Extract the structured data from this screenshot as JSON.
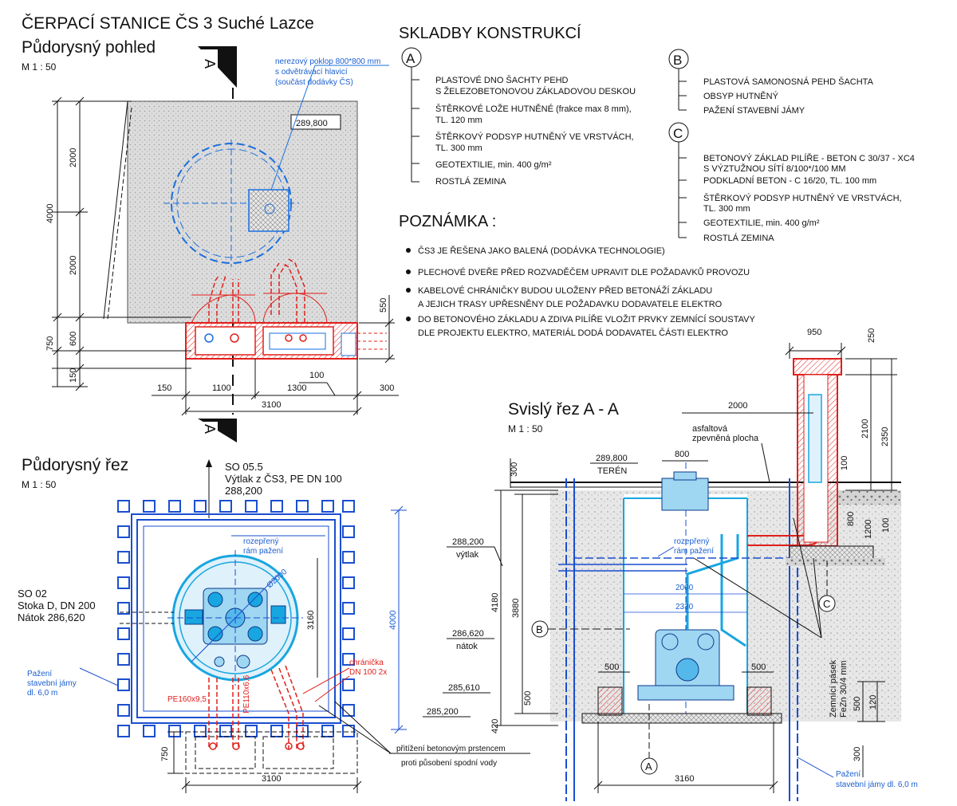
{
  "titles": {
    "main": "ČERPACÍ STANICE ČS 3 Suché Lazce",
    "plan_view": "Půdorysný pohled",
    "plan_section": "Půdorysný řez",
    "vertical_section": "Svislý řez A - A",
    "scale": "M 1 : 50",
    "skladby": "SKLADBY KONSTRUKCÍ",
    "poznamka": "POZNÁMKA :"
  },
  "section_marker": "A",
  "skladby": {
    "A": {
      "letter": "A",
      "items": [
        [
          "PLASTOVÉ DNO ŠACHTY PEHD",
          "S ŽELEZOBETONOVOU ZÁKLADOVOU DESKOU"
        ],
        [
          "ŠTĚRKOVÉ LOŽE HUTNĚNÉ (frakce max 8 mm),",
          "TL. 120 mm"
        ],
        [
          "ŠTĚRKOVÝ PODSYP HUTNĚNÝ VE VRSTVÁCH,",
          "TL. 300 mm"
        ],
        [
          "GEOTEXTILIE, min. 400 g/m²"
        ],
        [
          "ROSTLÁ ZEMINA"
        ]
      ]
    },
    "B": {
      "letter": "B",
      "items": [
        [
          "PLASTOVÁ SAMONOSNÁ PEHD ŠACHTA"
        ],
        [
          "OBSYP HUTNĚNÝ"
        ],
        [
          "PAŽENÍ STAVEBNÍ JÁMY"
        ]
      ]
    },
    "C": {
      "letter": "C",
      "items": [
        [
          "BETONOVÝ ZÁKLAD PILÍŘE - BETON C 30/37 - XC4",
          "S VÝZTUŽNOU SÍTÍ 8/100*/100 MM"
        ],
        [
          "PODKLADNÍ BETON - C 16/20, TL. 100 mm"
        ],
        [
          "ŠTĚRKOVÝ PODSYP HUTNĚNÝ VE VRSTVÁCH,",
          "TL. 300 mm"
        ],
        [
          "GEOTEXTILIE, min. 400 g/m²"
        ],
        [
          "ROSTLÁ ZEMINA"
        ]
      ]
    }
  },
  "notes": [
    [
      "ČS3 JE ŘEŠENA JAKO BALENÁ (DODÁVKA TECHNOLOGIE)"
    ],
    [
      "PLECHOVÉ DVEŘE PŘED ROZVADĚČEM UPRAVIT DLE POŽADAVKŮ PROVOZU"
    ],
    [
      "KABELOVÉ CHRÁNIČKY BUDOU ULOŽENY PŘED BETONÁŽÍ ZÁKLADU",
      "A JEJICH TRASY UPŘESNĚNY DLE POŽADAVKU DODAVATELE ELEKTRO"
    ],
    [
      "DO BETONOVÉHO ZÁKLADU A ZDIVA PILÍŘE VLOŽIT PRVKY ZEMNÍCÍ SOUSTAVY",
      "DLE PROJEKTU ELEKTRO, MATERIÁL DODÁ DODAVATEL ČÁSTI ELEKTRO"
    ]
  ],
  "plan_view": {
    "callout": [
      "nerezový poklop 800*800 mm",
      "s odvětrávací hlavicí",
      "(součást dodávky ČS)"
    ],
    "elevation": "289,800",
    "dims": {
      "d2000a": "2000",
      "d4000": "4000",
      "d2000b": "2000",
      "d550": "550",
      "d750": "750",
      "d600": "600",
      "d150v": "150",
      "d150": "150",
      "d1100": "1100",
      "d1300": "1300",
      "d100": "100",
      "d300": "300",
      "d3100": "3100"
    }
  },
  "plan_section": {
    "outlet": [
      "SO 05.5",
      "Výtlak z ČS3, PE DN 100",
      "288,200"
    ],
    "inlet": [
      "SO 02",
      "Stoka D, DN 200",
      "Nátok 286,620"
    ],
    "rozepreny": [
      "rozepřený",
      "rám pažení"
    ],
    "diameter": "Ø2000",
    "d3160": "3160",
    "d4000": "4000",
    "chranicka": [
      "chránička",
      "DN 100 2x"
    ],
    "pe160": "PE160x9,5",
    "pe110": "PE110x6,6",
    "pazeni": [
      "Pažení",
      "stavební jámy",
      "dl. 6,0 m"
    ],
    "zatizeni": [
      "přitížení betonovým prstencem",
      "proti působení spodní vody"
    ],
    "d750": "750",
    "d3100": "3100"
  },
  "vertical_section": {
    "d950": "950",
    "d250": "250",
    "d2000": "2000",
    "asfalt": [
      "asfaltová",
      "zpevněná plocha"
    ],
    "d2100": "2100",
    "d2350": "2350",
    "d100a": "100",
    "teren_elev": "289,800",
    "teren": "TERÉN",
    "d300top": "300",
    "d800": "800",
    "rozepreny": [
      "rozepřený",
      "rám pažení"
    ],
    "d1200": "1200",
    "d100b": "100",
    "vytlak_elev": "288,200",
    "vytlak": "výtlak",
    "d4180": "4180",
    "d3880": "3880",
    "d2000in": "2000",
    "d2330": "2330",
    "natok_elev": "286,620",
    "natok": "nátok",
    "el285610": "285,610",
    "el285200": "285,200",
    "d500l": "500",
    "d500r": "500",
    "d500v": "500",
    "d420": "420",
    "zemnici": [
      "Zemnící pásek",
      "FeZn 30/4 mm"
    ],
    "d500z": "500",
    "d120": "120",
    "d300z": "300",
    "d3160": "3160",
    "pazeni": [
      "Pažení",
      "stavební jámy dl. 6,0 m"
    ],
    "markB": "B",
    "markC": "C",
    "markA": "A"
  },
  "colors": {
    "ink": "#111111",
    "blue": "#1a5fd0",
    "red": "#e0201c",
    "cyan": "#18a6e0",
    "gray": "#cccccc"
  }
}
